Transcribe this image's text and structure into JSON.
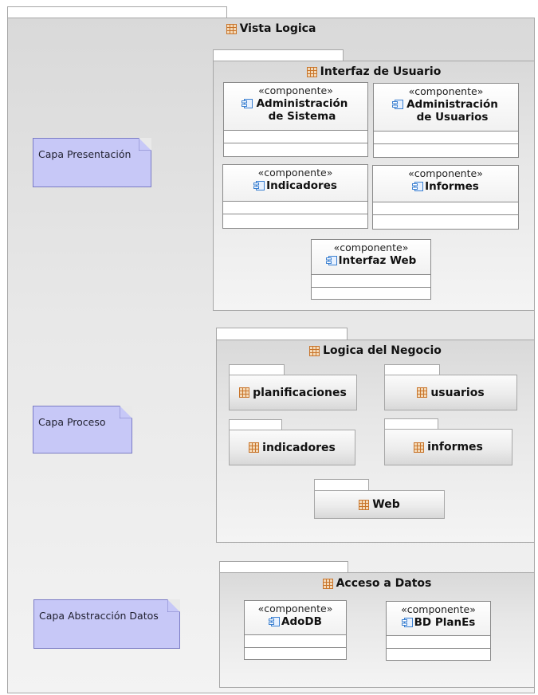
{
  "diagram": {
    "root_package": {
      "title": "Vista Logica"
    },
    "layers": [
      {
        "note": "Capa Presentación",
        "package": "Interfaz de Usuario",
        "components": [
          {
            "stereotype": "«componente»",
            "name": "Administración de Sistema"
          },
          {
            "stereotype": "«componente»",
            "name": "Administración de Usuarios"
          },
          {
            "stereotype": "«componente»",
            "name": "Indicadores"
          },
          {
            "stereotype": "«componente»",
            "name": "Informes"
          },
          {
            "stereotype": "«componente»",
            "name": "Interfaz Web"
          }
        ]
      },
      {
        "note": "Capa Proceso",
        "package": "Logica del Negocio",
        "subpackages": [
          "planificaciones",
          "usuarios",
          "indicadores",
          "informes",
          "Web"
        ]
      },
      {
        "note": "Capa Abstracción Datos",
        "package": "Acceso a Datos",
        "components": [
          {
            "stereotype": "«componente»",
            "name": "AdoDB"
          },
          {
            "stereotype": "«componente»",
            "name": "BD PlanEs"
          }
        ]
      }
    ],
    "colors": {
      "note_fill": "#c7c8f7",
      "package_icon": "#c8742a",
      "component_icon": "#3a7fd0"
    },
    "icons": {
      "package": "package-icon",
      "component": "component-icon"
    }
  }
}
